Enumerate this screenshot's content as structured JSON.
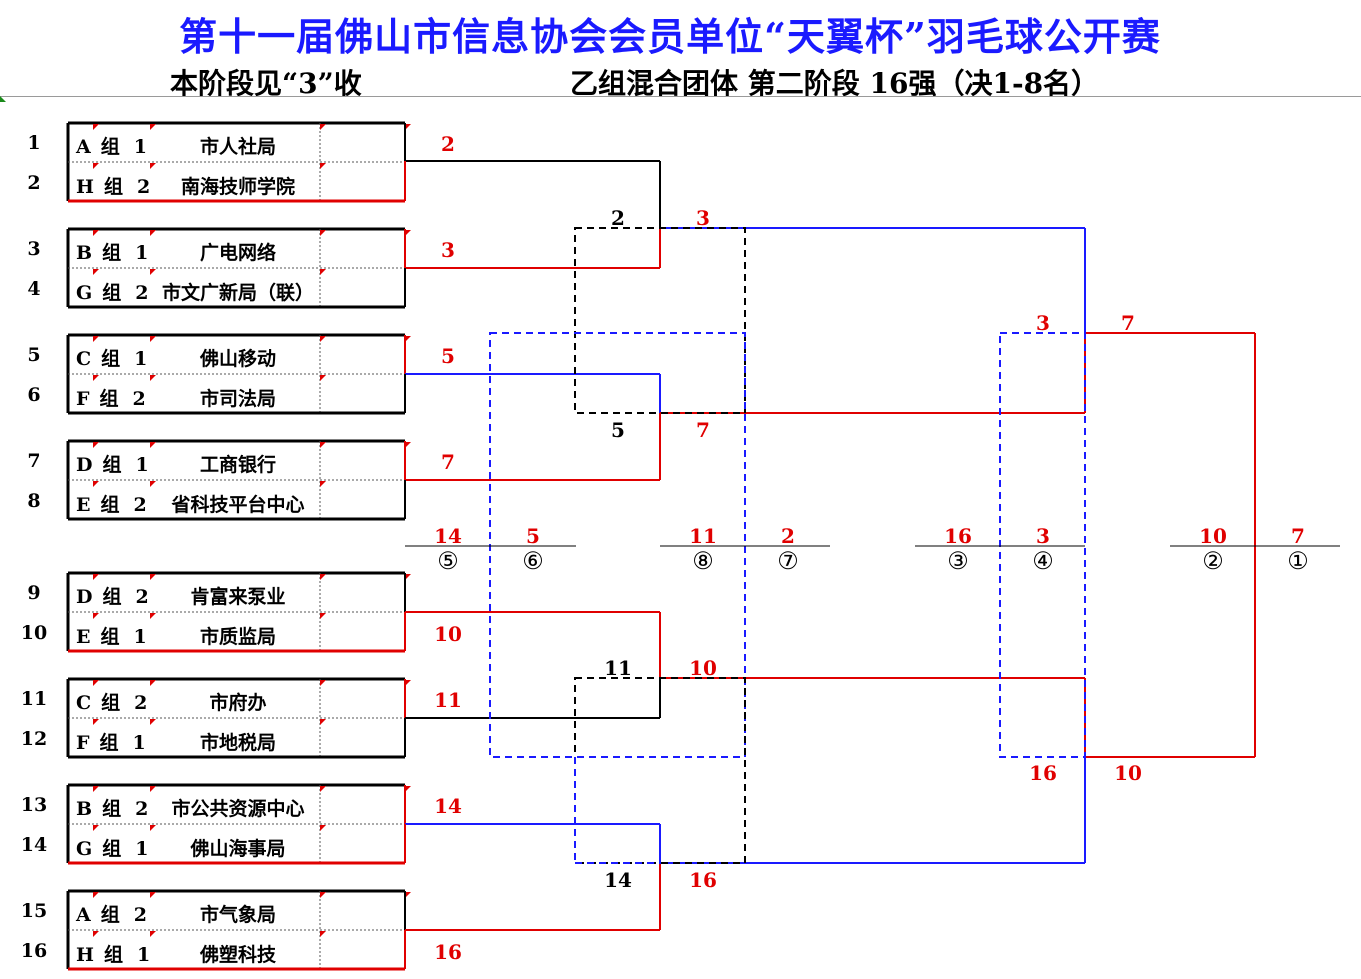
{
  "header": {
    "title": "第十一届佛山市信息协会会员单位“天翼杯”羽毛球公开赛",
    "sub_left": "本阶段见“3”收",
    "sub_right": "乙组混合团体  第二阶段  16强（决1-8名）"
  },
  "teams": [
    {
      "seed": "1",
      "group": "A",
      "gnum": "1",
      "name": "市人社局"
    },
    {
      "seed": "2",
      "group": "H",
      "gnum": "2",
      "name": "南海技师学院"
    },
    {
      "seed": "3",
      "group": "B",
      "gnum": "1",
      "name": "广电网络"
    },
    {
      "seed": "4",
      "group": "G",
      "gnum": "2",
      "name": "市文广新局（联）"
    },
    {
      "seed": "5",
      "group": "C",
      "gnum": "1",
      "name": "佛山移动"
    },
    {
      "seed": "6",
      "group": "F",
      "gnum": "2",
      "name": "市司法局"
    },
    {
      "seed": "7",
      "group": "D",
      "gnum": "1",
      "name": "工商银行"
    },
    {
      "seed": "8",
      "group": "E",
      "gnum": "2",
      "name": "省科技平台中心"
    },
    {
      "seed": "9",
      "group": "D",
      "gnum": "2",
      "name": "肯富来泵业"
    },
    {
      "seed": "10",
      "group": "E",
      "gnum": "1",
      "name": "市质监局"
    },
    {
      "seed": "11",
      "group": "C",
      "gnum": "2",
      "name": "市府办"
    },
    {
      "seed": "12",
      "group": "F",
      "gnum": "1",
      "name": "市地税局"
    },
    {
      "seed": "13",
      "group": "B",
      "gnum": "2",
      "name": "市公共资源中心"
    },
    {
      "seed": "14",
      "group": "G",
      "gnum": "1",
      "name": "佛山海事局"
    },
    {
      "seed": "15",
      "group": "A",
      "gnum": "2",
      "name": "市气象局"
    },
    {
      "seed": "16",
      "group": "H",
      "gnum": "1",
      "name": "佛塑科技"
    }
  ],
  "group_word": "组",
  "r1_winners": [
    "2",
    "3",
    "5",
    "7",
    "10",
    "11",
    "14",
    "16"
  ],
  "qf": {
    "top1": {
      "left": "2",
      "right": "3"
    },
    "top2": {
      "left": "5",
      "right": "7"
    },
    "bot1": {
      "left": "11",
      "right": "10"
    },
    "bot2": {
      "left": "14",
      "right": "16"
    }
  },
  "sf": {
    "top": {
      "left": "3",
      "right": "7"
    },
    "bot": {
      "left": "16",
      "right": "10"
    }
  },
  "placements": [
    {
      "left": "14",
      "right": "5",
      "left_place": "⑤",
      "right_place": "⑥"
    },
    {
      "left": "11",
      "right": "2",
      "left_place": "⑧",
      "right_place": "⑦"
    },
    {
      "left": "16",
      "right": "3",
      "left_place": "③",
      "right_place": "④"
    },
    {
      "left": "10",
      "right": "7",
      "left_place": "②",
      "right_place": "①"
    }
  ],
  "colors": {
    "title": "#1a1aff",
    "win": "#e00000",
    "blue": "#1a1aff",
    "black": "#000000"
  }
}
